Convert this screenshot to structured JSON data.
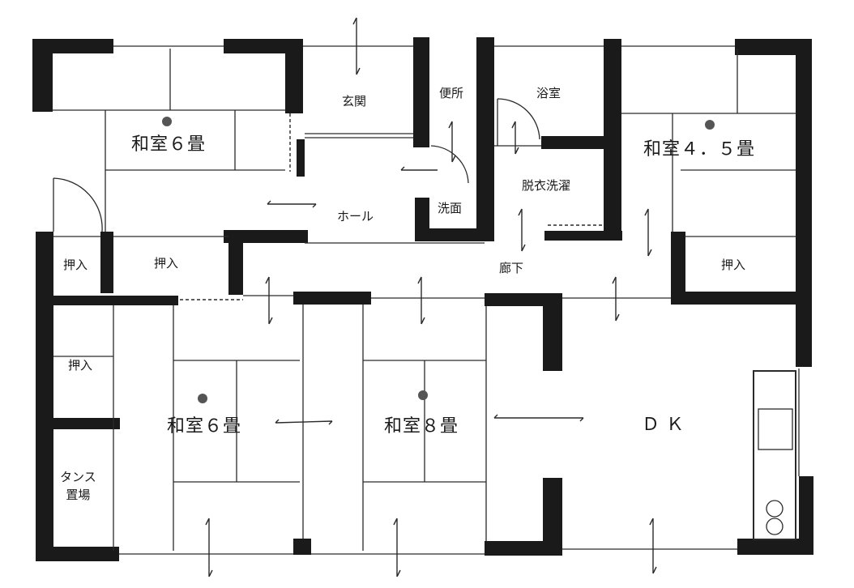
{
  "rooms": {
    "washitsu_6_top": "和室６畳",
    "genkan": "玄関",
    "benjo": "便所",
    "yokushitsu": "浴室",
    "washitsu_45": "和室４．５畳",
    "datsui": "脱衣洗濯",
    "hall": "ホール",
    "senmen": "洗面",
    "oshiire_left": "押入",
    "oshiire_mid": "押入",
    "roka": "廊下",
    "oshiire_right": "押入",
    "oshiire_lower": "押入",
    "washitsu_6_bottom": "和室６畳",
    "washitsu_8": "和室８畳",
    "dk": "ＤＫ",
    "tansu_1": "タンス",
    "tansu_2": "置場"
  },
  "colors": {
    "wall": "#1a1a1a",
    "line": "#2a2a2a",
    "paper": "#ffffff"
  }
}
